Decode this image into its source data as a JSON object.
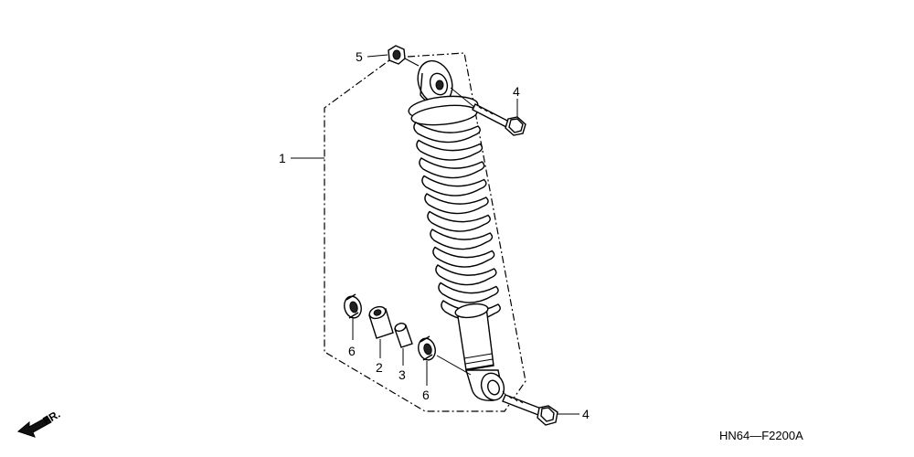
{
  "callouts": {
    "c1": "1",
    "c2": "2",
    "c3": "3",
    "c4a": "4",
    "c4b": "4",
    "c5": "5",
    "c6a": "6",
    "c6b": "6"
  },
  "direction": {
    "label": "FR.",
    "icon": "front-direction-arrow-icon"
  },
  "diagram_code": "HN64—F2200A"
}
